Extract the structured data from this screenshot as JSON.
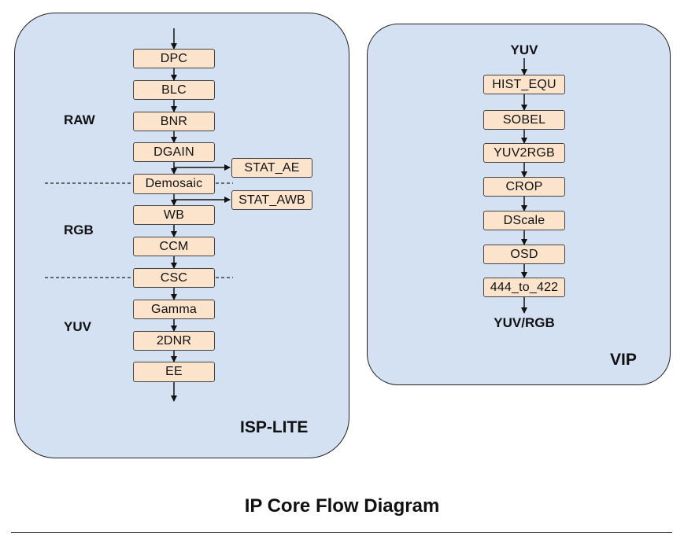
{
  "isp": {
    "title": "ISP-LITE",
    "domains": {
      "raw": "RAW",
      "rgb": "RGB",
      "yuv": "YUV"
    },
    "blocks": [
      "DPC",
      "BLC",
      "BNR",
      "DGAIN",
      "Demosaic",
      "WB",
      "CCM",
      "CSC",
      "Gamma",
      "2DNR",
      "EE"
    ],
    "stat_blocks": [
      "STAT_AE",
      "STAT_AWB"
    ]
  },
  "vip": {
    "title": "VIP",
    "input": "YUV",
    "output": "YUV/RGB",
    "blocks": [
      "HIST_EQU",
      "SOBEL",
      "YUV2RGB",
      "CROP",
      "DScale",
      "OSD",
      "444_to_422"
    ]
  },
  "diagram_title": "IP Core Flow Diagram"
}
